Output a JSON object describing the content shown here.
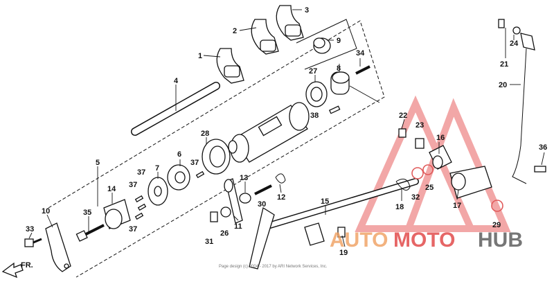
{
  "callouts": [
    {
      "text": "1"
    },
    {
      "text": "2"
    },
    {
      "text": "3"
    },
    {
      "text": "4"
    },
    {
      "text": "5"
    },
    {
      "text": "6"
    },
    {
      "text": "7"
    },
    {
      "text": "8"
    },
    {
      "text": "9"
    },
    {
      "text": "10"
    },
    {
      "text": "11"
    },
    {
      "text": "12"
    },
    {
      "text": "13"
    },
    {
      "text": "14"
    },
    {
      "text": "15"
    },
    {
      "text": "16"
    },
    {
      "text": "17"
    },
    {
      "text": "18"
    },
    {
      "text": "19"
    },
    {
      "text": "20"
    },
    {
      "text": "21"
    },
    {
      "text": "22"
    },
    {
      "text": "23"
    },
    {
      "text": "24"
    },
    {
      "text": "25"
    },
    {
      "text": "26"
    },
    {
      "text": "27"
    },
    {
      "text": "28"
    },
    {
      "text": "29"
    },
    {
      "text": "30"
    },
    {
      "text": "31"
    },
    {
      "text": "32"
    },
    {
      "text": "33"
    },
    {
      "text": "34"
    },
    {
      "text": "35"
    },
    {
      "text": "36"
    },
    {
      "text": "37"
    },
    {
      "text": "37"
    },
    {
      "text": "37"
    },
    {
      "text": "37"
    },
    {
      "text": "38"
    }
  ],
  "direction_label": "FR.",
  "copyright": "Page design (c) 2004 - 2017 by ARI Network Services, Inc.",
  "watermark": {
    "part1": "AUTO",
    "part2": "MOTO",
    "part3": "HUB",
    "color_primary": "#f0a060",
    "color_secondary": "#e04040",
    "color_tertiary": "#555555"
  }
}
